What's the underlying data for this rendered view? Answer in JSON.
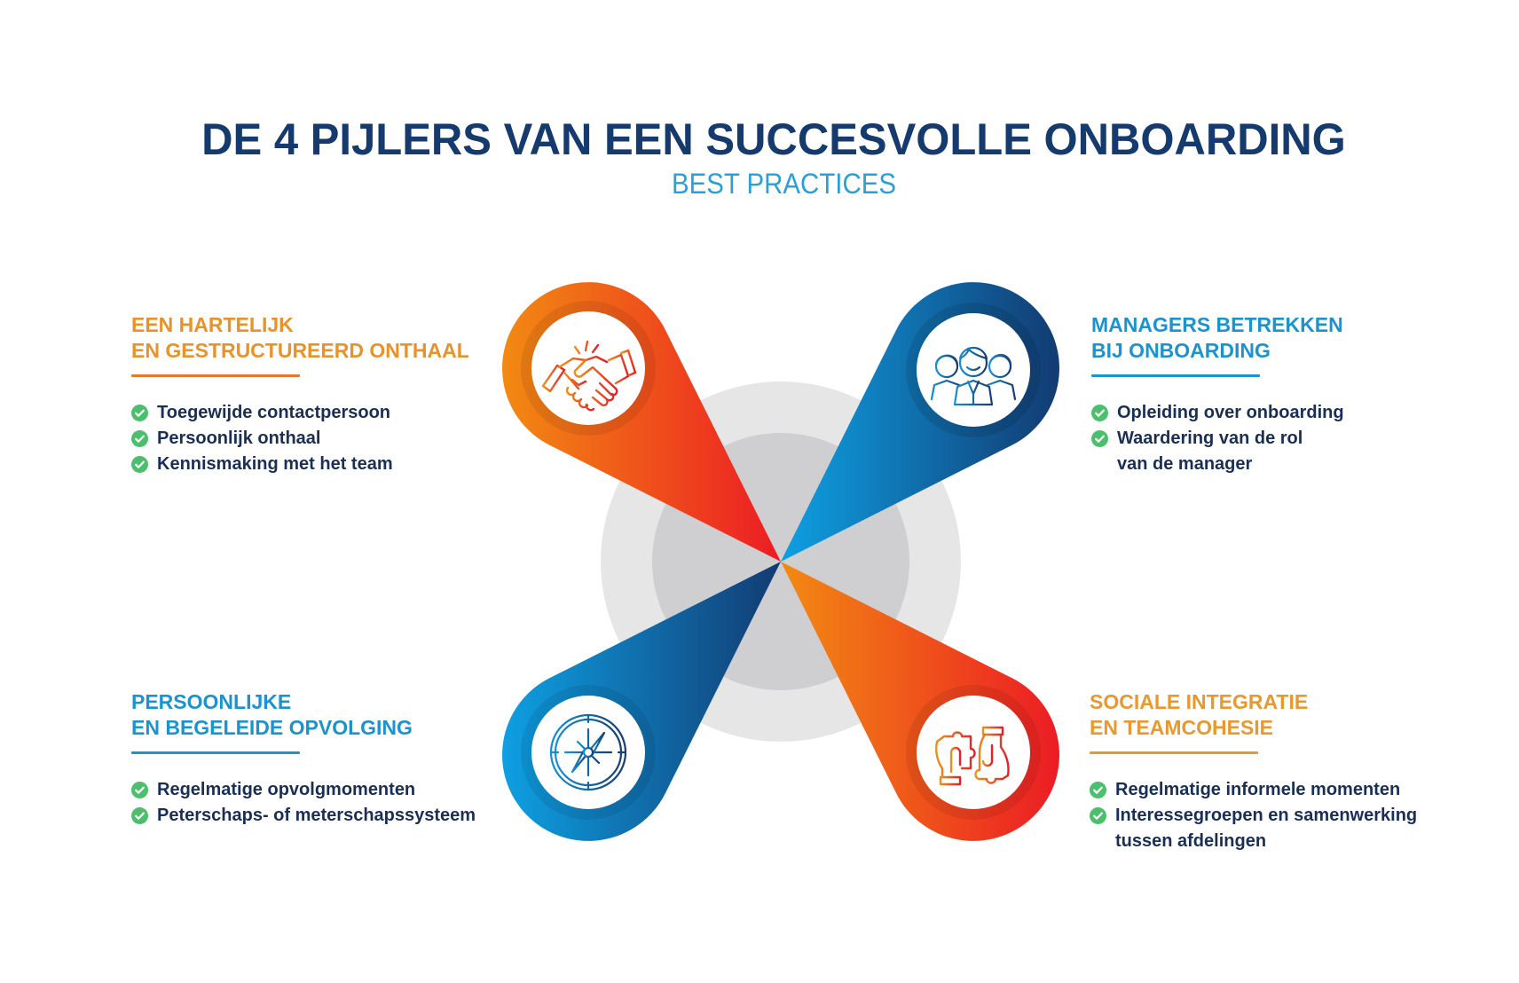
{
  "header": {
    "title": "DE 4 PIJLERS VAN EEN SUCCESVOLLE ONBOARDING",
    "subtitle": "BEST PRACTICES"
  },
  "colors": {
    "title": "#143a6e",
    "subtitle": "#2aa0d6",
    "orange_heading": "#e8922a",
    "blue_heading": "#1a93cf",
    "bullet_text": "#1a2f55",
    "check": "#4cbf6c",
    "orange_gradient": [
      "#f28a12",
      "#ec1c24"
    ],
    "blue_gradient": [
      "#0ea0e3",
      "#123b72"
    ],
    "outer_circle": "#e6e6e7",
    "inner_circle": "#cfcfd1"
  },
  "pillars": [
    {
      "position": "top-left",
      "icon": "handshake-icon",
      "heading_line1": "EEN HARTELIJK",
      "heading_line2": "EN GESTRUCTUREERD ONTHAAL",
      "bullets": [
        {
          "icon": "check-circle-icon",
          "line1": "Toegewijde contactpersoon"
        },
        {
          "icon": "check-circle-icon",
          "line1": "Persoonlijk onthaal"
        },
        {
          "icon": "check-circle-icon",
          "line1": "Kennismaking met het team"
        }
      ]
    },
    {
      "position": "top-right",
      "icon": "team-people-icon",
      "heading_line1": "MANAGERS BETREKKEN",
      "heading_line2": "BIJ ONBOARDING",
      "bullets": [
        {
          "icon": "check-circle-icon",
          "line1": "Opleiding over onboarding"
        },
        {
          "icon": "check-circle-icon",
          "line1": "Waardering van de rol",
          "line2": "van de manager"
        }
      ]
    },
    {
      "position": "bottom-left",
      "icon": "compass-icon",
      "heading_line1": "PERSOONLIJKE",
      "heading_line2": "EN BEGELEIDE OPVOLGING",
      "bullets": [
        {
          "icon": "check-circle-icon",
          "line1": "Regelmatige opvolgmomenten"
        },
        {
          "icon": "check-circle-icon",
          "line1": "Peterschaps- of meterschapssysteem"
        }
      ]
    },
    {
      "position": "bottom-right",
      "icon": "puzzle-hands-icon",
      "heading_line1": "SOCIALE INTEGRATIE",
      "heading_line2": "EN TEAMCOHESIE",
      "bullets": [
        {
          "icon": "check-circle-icon",
          "line1": "Regelmatige informele momenten"
        },
        {
          "icon": "check-circle-icon",
          "line1": "Interessegroepen en samenwerking",
          "line2": "tussen afdelingen"
        }
      ]
    }
  ]
}
